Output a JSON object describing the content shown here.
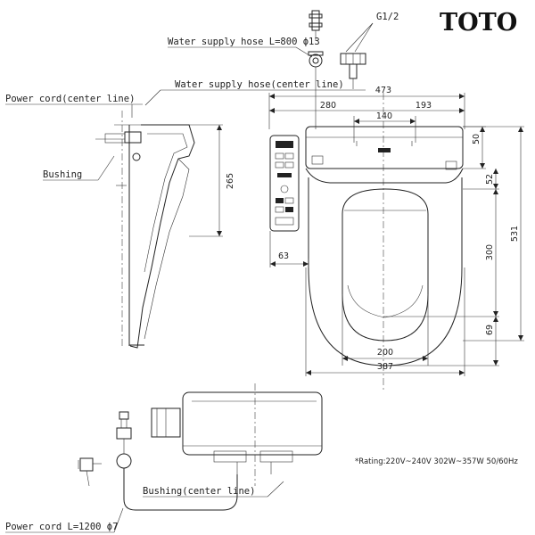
{
  "brand": {
    "name": "TOTO"
  },
  "labels": {
    "thread": "G1/2",
    "supply_hose_length": "Water supply hose L=800 ϕ13",
    "supply_hose_center": "Water supply hose(center line)",
    "power_cord_center": "Power cord(center line)",
    "bushing": "Bushing",
    "bushing_center": "Bushing(center line)",
    "power_cord_length": "Power cord L=1200 ϕ7"
  },
  "dimensions": {
    "overall_width": "473",
    "left_to_hose": "280",
    "hose_to_right": "193",
    "mount_spacing": "140",
    "tank_depth": "50",
    "hinge_offset": "52",
    "opening_length": "300",
    "front_rim": "69",
    "overall_length": "531",
    "side_height": "265",
    "panel_depth": "63",
    "opening_width": "200",
    "seat_width": "387"
  },
  "rating": "*Rating:220V~240V 302W~357W 50/60Hz"
}
